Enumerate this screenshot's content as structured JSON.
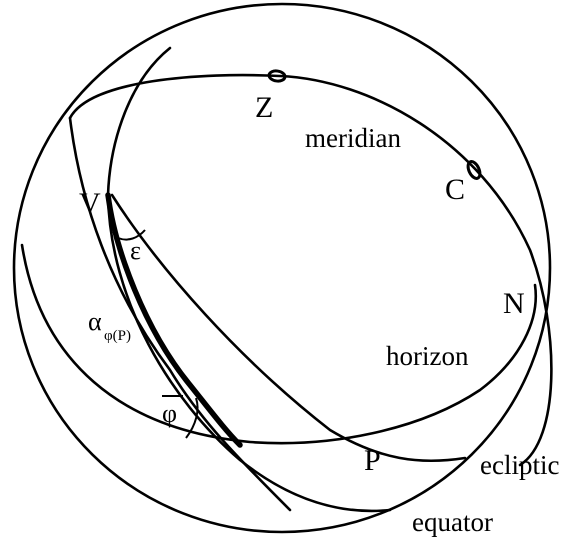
{
  "labels": {
    "zenith": "Z",
    "meridian": "meridian",
    "celestial_pole": "C",
    "north": "N",
    "vernal_point": "V",
    "epsilon": "ε",
    "alpha": "α",
    "alpha_sub": "φ(P)",
    "horizon": "horizon",
    "phi_bar": "φ",
    "point_p": "P",
    "ecliptic": "ecliptic",
    "equator": "equator"
  }
}
